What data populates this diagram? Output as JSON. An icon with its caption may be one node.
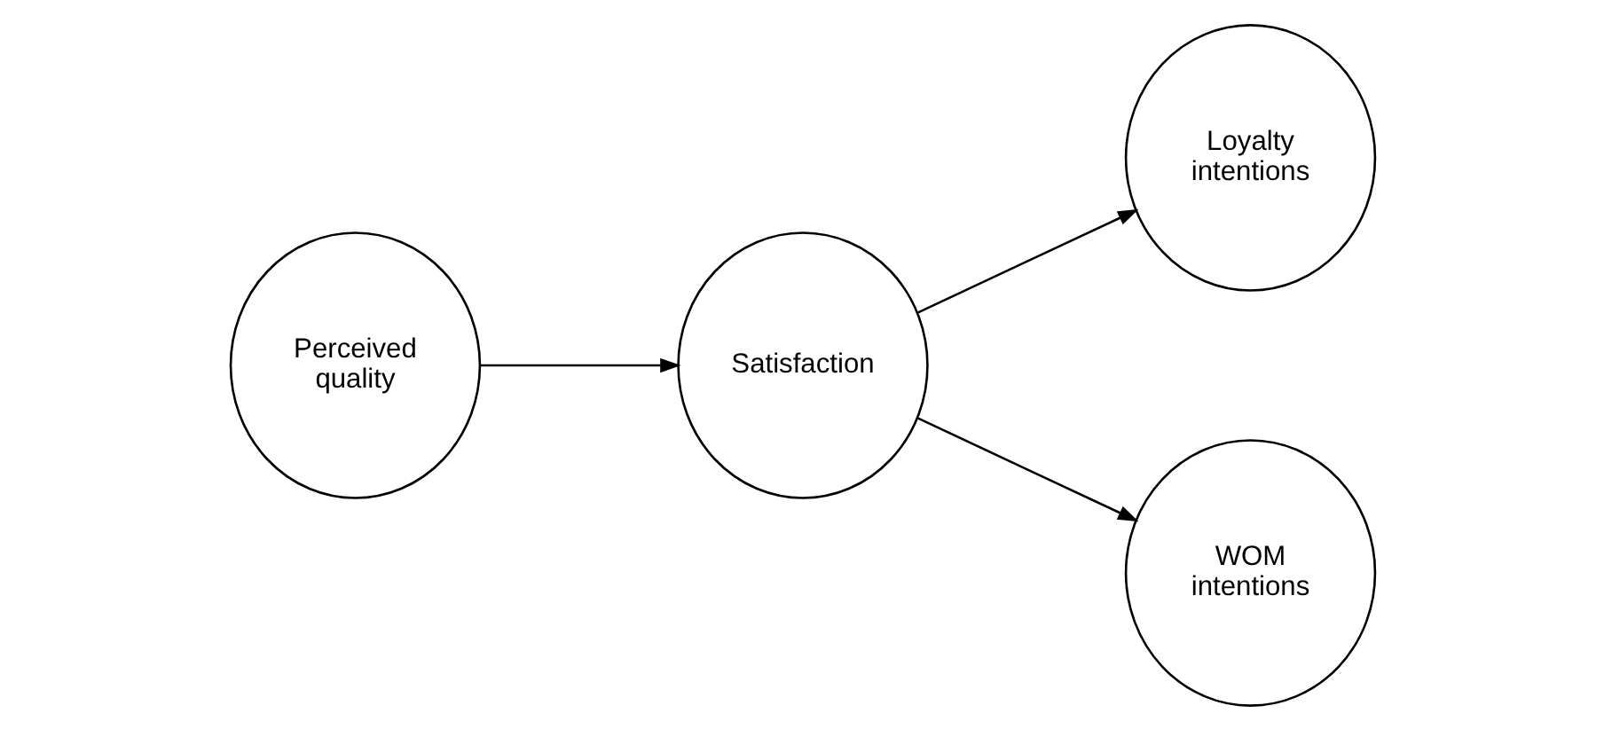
{
  "diagram": {
    "nodes": [
      {
        "text": [
          "Perceived quality"
        ]
      },
      {
        "text": [
          "Satisfaction"
        ]
      },
      {
        "text": [
          "Loyalty intentions"
        ]
      },
      {
        "text": [
          "WOM intentions"
        ]
      }
    ],
    "edges": [
      {
        "from": 0,
        "to": 1,
        "arrow": "to"
      },
      {
        "from": 1,
        "to": 2,
        "arrow": "to"
      },
      {
        "from": 1,
        "to": 3,
        "arrow": "to"
      }
    ]
  }
}
